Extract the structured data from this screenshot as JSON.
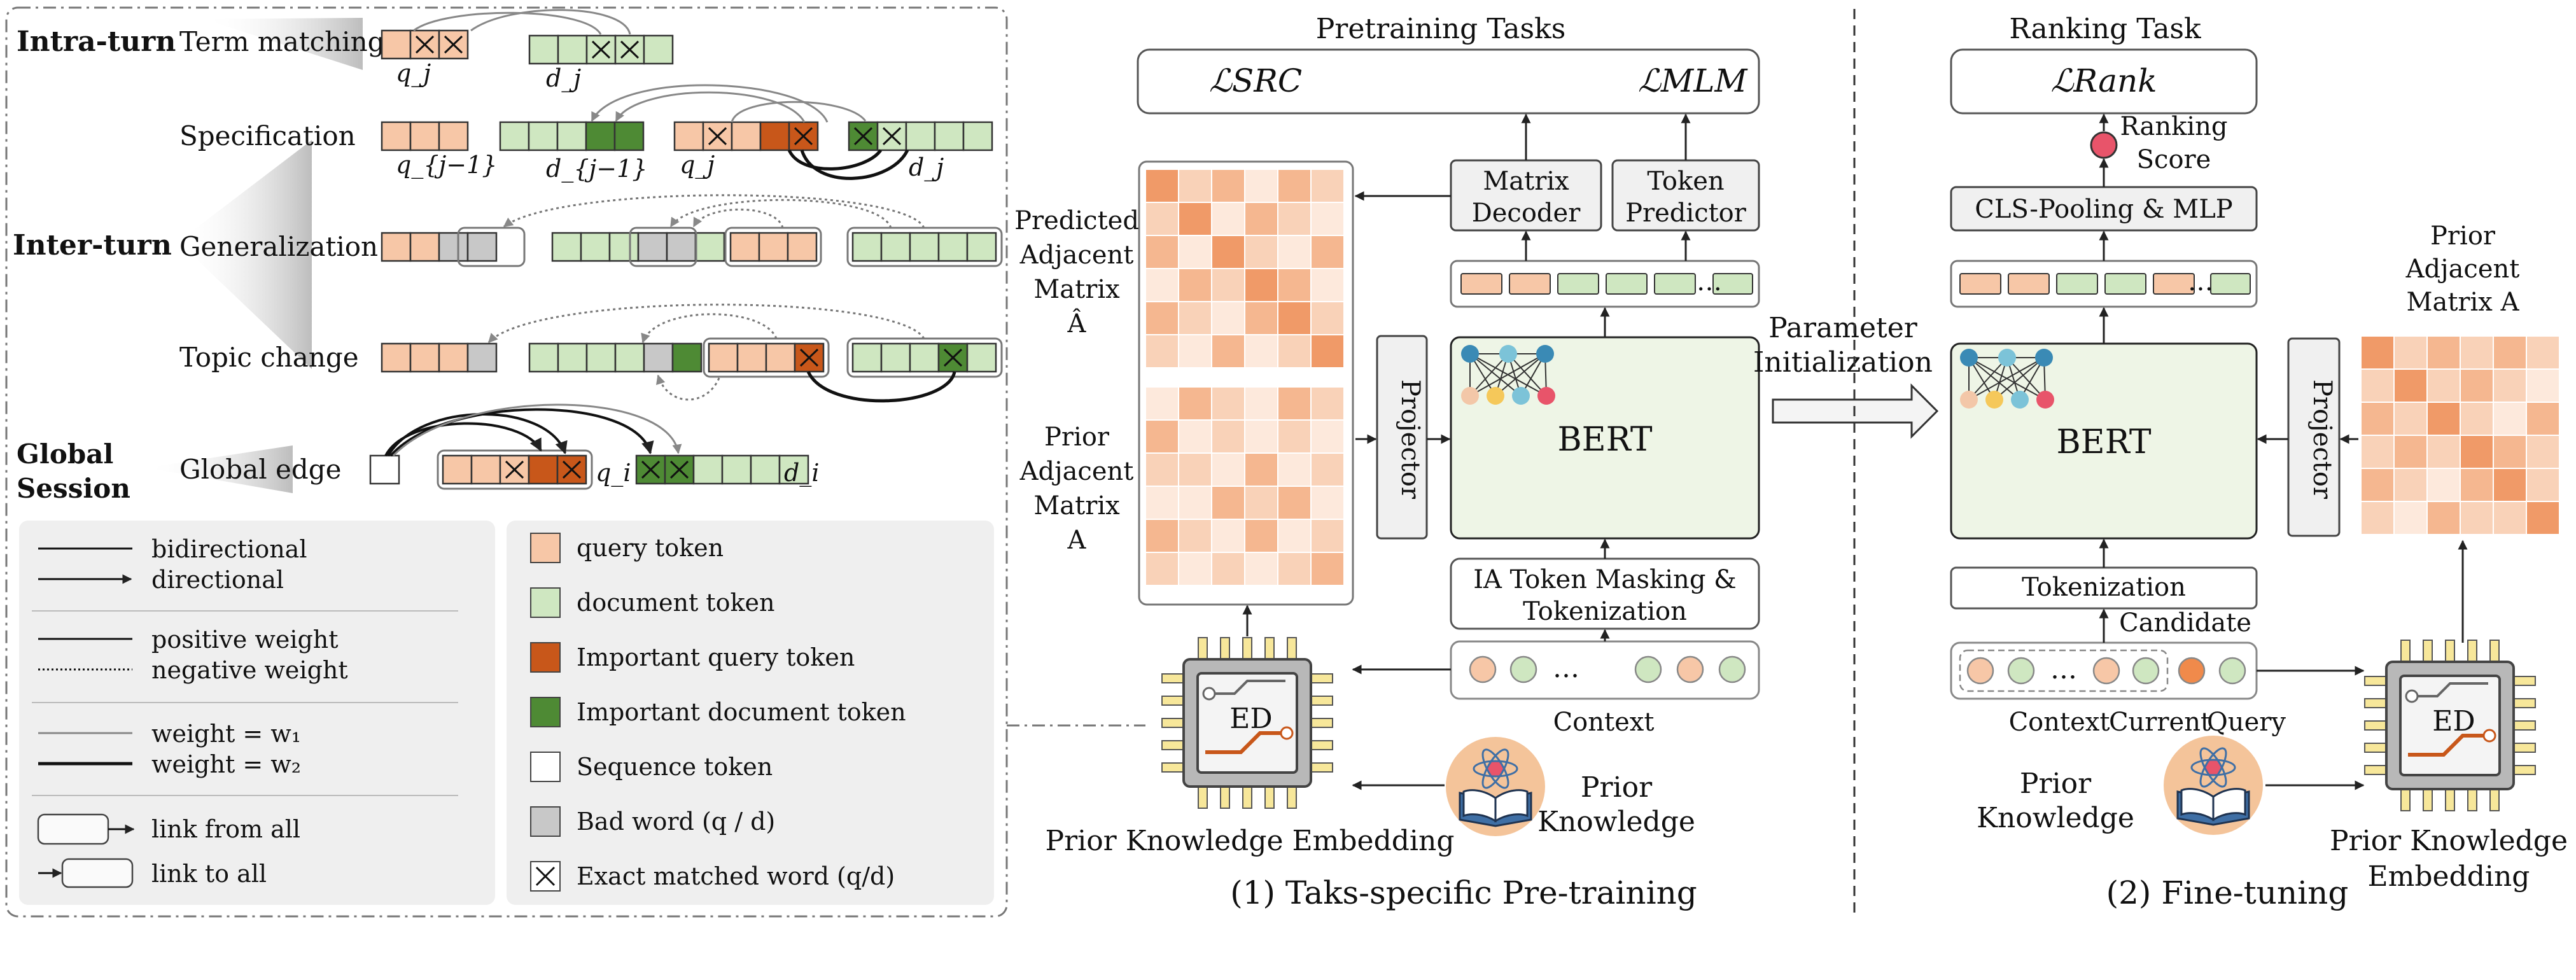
{
  "left_panel": {
    "section_intra": "Intra-turn",
    "section_inter": "Inter-turn",
    "section_global_1": "Global",
    "section_global_2": "Session",
    "rows": {
      "term_matching": "Term matching",
      "specification": "Specification",
      "generalization": "Generalization",
      "topic_change": "Topic change",
      "global_edge": "Global edge"
    },
    "var_labels": {
      "qj": "q_j",
      "dj": "d_j",
      "qj_1": "q_{j−1}",
      "dj_1": "d_{j−1}",
      "qi": "q_i",
      "di": "d_i"
    },
    "edge_legend": {
      "bidirectional": "bidirectional",
      "directional": "directional",
      "positive": "positive weight",
      "negative": "negative weight",
      "w1": "weight = w₁",
      "w2": "weight = w₂",
      "link_from_all": "link from all",
      "link_to_all": "link to all"
    },
    "token_legend": {
      "query": "query token",
      "document": "document token",
      "important_query": "Important query token",
      "important_document": "Important document token",
      "sequence": "Sequence token",
      "bad_word": "Bad word (q / d)",
      "exact_match": "Exact matched word (q/d)"
    }
  },
  "pretrain": {
    "title": "Pretraining Tasks",
    "loss_src": "ℒSRC",
    "loss_mlm": "ℒMLM",
    "matrix_decoder": [
      "Matrix",
      "Decoder"
    ],
    "token_predictor": [
      "Token",
      "Predictor"
    ],
    "predicted_label": [
      "Predicted",
      "Adjacent",
      "Matrix",
      "Â"
    ],
    "prior_label": [
      "Prior",
      "Adjacent",
      "Matrix",
      "A"
    ],
    "projector": "Projector",
    "bert": "BERT",
    "ia_masking": [
      "IA Token Masking &",
      "Tokenization"
    ],
    "context": "Context",
    "ellipsis": "…",
    "ed": "ED",
    "pke": "Prior Knowledge Embedding",
    "prior_knowledge": [
      "Prior",
      "Knowledge"
    ],
    "caption": "(1) Taks-specific Pre-training"
  },
  "param_init": [
    "Parameter",
    "Initialization"
  ],
  "finetune": {
    "title": "Ranking Task",
    "loss_rank": "ℒRank",
    "ranking_score": [
      "Ranking",
      "Score"
    ],
    "cls_pooling": "CLS-Pooling & MLP",
    "bert": "BERT",
    "projector": "Projector",
    "prior_label": [
      "Prior",
      "Adjacent",
      "Matrix A"
    ],
    "tokenization": "Tokenization",
    "candidate": "Candidate",
    "context": "Context",
    "current": "Current",
    "query": "Query",
    "ellipsis": "…",
    "ed": "ED",
    "prior_knowledge": [
      "Prior",
      "Knowledge"
    ],
    "pke": [
      "Prior Knowledge",
      "Embedding"
    ],
    "caption": "(2) Fine-tuning"
  },
  "colors": {
    "query": "#f7c7a7",
    "document": "#cfe7c1",
    "important_query": "#c8571a",
    "important_document": "#4e8a34",
    "bad": "#c8c8c8",
    "bert_fill": "#eef5e6",
    "box_fill": "#f0f0f0",
    "score_red": "#e8546a"
  }
}
